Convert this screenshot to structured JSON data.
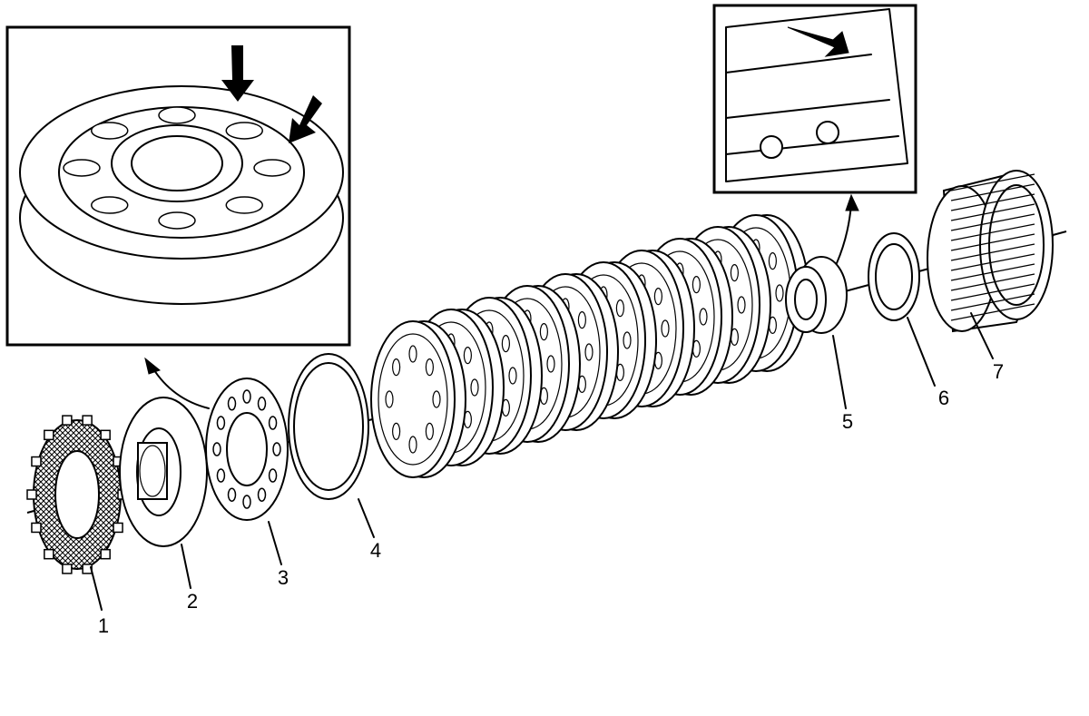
{
  "diagram": {
    "colors": {
      "ink": "#000000",
      "background": "#ffffff"
    },
    "callouts": [
      {
        "id": "1",
        "label": "1"
      },
      {
        "id": "2",
        "label": "2"
      },
      {
        "id": "3",
        "label": "3"
      },
      {
        "id": "4",
        "label": "4"
      },
      {
        "id": "5",
        "label": "5"
      },
      {
        "id": "6",
        "label": "6"
      },
      {
        "id": "7",
        "label": "7"
      }
    ],
    "insets": [
      {
        "id": "clutch-pack-detail",
        "icon": "detail-arrow-icon"
      },
      {
        "id": "hub-spline-detail",
        "icon": "detail-arrow-icon"
      }
    ]
  }
}
